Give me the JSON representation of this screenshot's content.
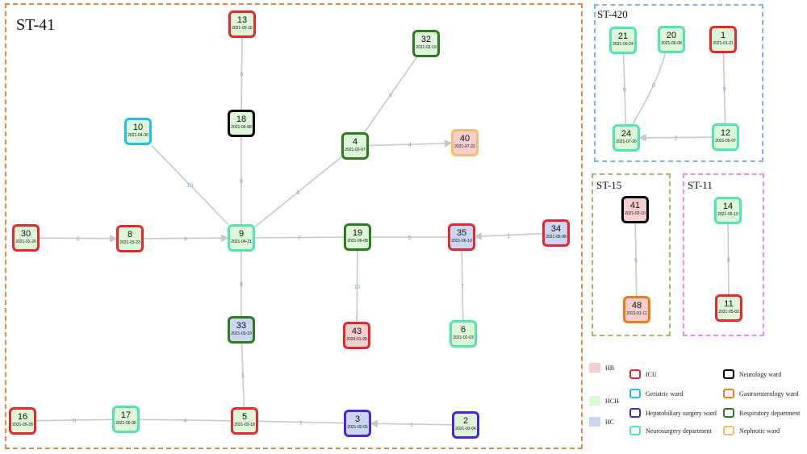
{
  "clusters": [
    {
      "id": "st41",
      "label": "ST-41",
      "border": "#E9873A"
    },
    {
      "id": "st420",
      "label": "ST-420",
      "border": "#7FB3E6"
    },
    {
      "id": "st15",
      "label": "ST-15",
      "border": "#A7B86B"
    },
    {
      "id": "st11",
      "label": "ST-11",
      "border": "#EE8AEE"
    }
  ],
  "fill_categories": [
    {
      "label": "HB",
      "color": "#F6CECE"
    },
    {
      "label": "HCH",
      "color": "#DDF7D8"
    },
    {
      "label": "HC",
      "color": "#CAD6F2"
    }
  ],
  "departments": [
    {
      "label": "ICU",
      "color": "#E8262C"
    },
    {
      "label": "Geriatric ward",
      "color": "#22BEEB"
    },
    {
      "label": "Hepatobiliary surgery ward",
      "color": "#4A26D6"
    },
    {
      "label": "Neurosurgery department",
      "color": "#4FE6B0"
    },
    {
      "label": "Neurology ward",
      "color": "#000000"
    },
    {
      "label": "Gastroenterology ward",
      "color": "#F07A14"
    },
    {
      "label": "Respiratory department",
      "color": "#2C7D1E"
    },
    {
      "label": "Nephrotic ward",
      "color": "#F2C06C"
    }
  ],
  "nodes": [
    {
      "id": "13",
      "date": "2021-05-15",
      "dept": "ICU",
      "fill": "HCH"
    },
    {
      "id": "32",
      "date": "2021-02-19",
      "dept": "Respiratory department",
      "fill": "HCH"
    },
    {
      "id": "18",
      "date": "2021-06-08",
      "dept": "Neurology ward",
      "fill": "HCH"
    },
    {
      "id": "10",
      "date": "2021-04-30",
      "dept": "Geriatric ward",
      "fill": "HCH"
    },
    {
      "id": "4",
      "date": "2021-02-07",
      "dept": "Respiratory department",
      "fill": "HCH"
    },
    {
      "id": "40",
      "date": "2021-07-22",
      "dept": "Nephrotic ward",
      "fill": "HB"
    },
    {
      "id": "30",
      "date": "2021-02-26",
      "dept": "ICU",
      "fill": "HCH"
    },
    {
      "id": "8",
      "date": "2021-03-23",
      "dept": "ICU",
      "fill": "HCH"
    },
    {
      "id": "9",
      "date": "2021-04-21",
      "dept": "Neurosurgery department",
      "fill": "HCH"
    },
    {
      "id": "19",
      "date": "2021-06-08",
      "dept": "Respiratory department",
      "fill": "HCH"
    },
    {
      "id": "35",
      "date": "2021-06-10",
      "dept": "ICU",
      "fill": "HC"
    },
    {
      "id": "34",
      "date": "2021-05-08",
      "dept": "ICU",
      "fill": "HC"
    },
    {
      "id": "33",
      "date": "2021-03-19",
      "dept": "Respiratory department",
      "fill": "HC"
    },
    {
      "id": "43",
      "date": "2020-01-28",
      "dept": "ICU",
      "fill": "HB"
    },
    {
      "id": "6",
      "date": "2021-02-03",
      "dept": "Neurosurgery department",
      "fill": "HCH"
    },
    {
      "id": "16",
      "date": "2021-05-28",
      "dept": "ICU",
      "fill": "HCH"
    },
    {
      "id": "17",
      "date": "2021-06-05",
      "dept": "Neurosurgery department",
      "fill": "HCH"
    },
    {
      "id": "5",
      "date": "2021-02-18",
      "dept": "ICU",
      "fill": "HCH"
    },
    {
      "id": "3",
      "date": "2021-02-05",
      "dept": "Hepatobiliary surgery ward",
      "fill": "HC"
    },
    {
      "id": "2",
      "date": "2021-02-04",
      "dept": "Hepatobiliary surgery ward",
      "fill": "HCH"
    },
    {
      "id": "21",
      "date": "2021-06-24",
      "dept": "Neurosurgery department",
      "fill": "HCH"
    },
    {
      "id": "20",
      "date": "2021-06-08",
      "dept": "Neurosurgery department",
      "fill": "HCH"
    },
    {
      "id": "1",
      "date": "2021-01-21",
      "dept": "ICU",
      "fill": "HCH"
    },
    {
      "id": "24",
      "date": "2021-07-26",
      "dept": "Neurosurgery department",
      "fill": "HCH"
    },
    {
      "id": "12",
      "date": "2021-05-07",
      "dept": "Neurosurgery department",
      "fill": "HCH"
    },
    {
      "id": "41",
      "date": "2021-02-10",
      "dept": "Neurology ward",
      "fill": "HB"
    },
    {
      "id": "48",
      "date": "2021-01-11",
      "dept": "Gastroenterology ward",
      "fill": "HB"
    },
    {
      "id": "14",
      "date": "2021-05-19",
      "dept": "Neurosurgery department",
      "fill": "HCH"
    },
    {
      "id": "11",
      "date": "2021-05-03",
      "dept": "ICU",
      "fill": "HCH"
    }
  ],
  "edges": [
    {
      "from": "13",
      "to": "18",
      "label": "0",
      "arrow": false
    },
    {
      "from": "18",
      "to": "9",
      "label": "6",
      "arrow": false
    },
    {
      "from": "10",
      "to": "9",
      "label": "10",
      "arrow": false
    },
    {
      "from": "32",
      "to": "4",
      "label": "5",
      "arrow": false
    },
    {
      "from": "4",
      "to": "9",
      "label": "8",
      "arrow": false
    },
    {
      "from": "4",
      "to": "40",
      "label": "4",
      "arrow": true
    },
    {
      "from": "30",
      "to": "8",
      "label": "0",
      "arrow": true
    },
    {
      "from": "8",
      "to": "9",
      "label": "6",
      "arrow": true
    },
    {
      "from": "9",
      "to": "19",
      "label": "7",
      "arrow": false
    },
    {
      "from": "19",
      "to": "35",
      "label": "5",
      "arrow": false
    },
    {
      "from": "34",
      "to": "35",
      "label": "1",
      "arrow": true
    },
    {
      "from": "19",
      "to": "43",
      "label": "10",
      "arrow": false
    },
    {
      "from": "35",
      "to": "6",
      "label": "7",
      "arrow": false
    },
    {
      "from": "9",
      "to": "33",
      "label": "8",
      "arrow": false
    },
    {
      "from": "33",
      "to": "5",
      "label": "5",
      "arrow": false
    },
    {
      "from": "16",
      "to": "17",
      "label": "0",
      "arrow": false
    },
    {
      "from": "17",
      "to": "5",
      "label": "4",
      "arrow": false
    },
    {
      "from": "5",
      "to": "3",
      "label": "1",
      "arrow": false
    },
    {
      "from": "2",
      "to": "3",
      "label": "1",
      "arrow": true
    },
    {
      "from": "21",
      "to": "24",
      "label": "0",
      "arrow": false
    },
    {
      "from": "20",
      "to": "24",
      "label": "0",
      "arrow": false
    },
    {
      "from": "1",
      "to": "12",
      "label": "9",
      "arrow": false
    },
    {
      "from": "12",
      "to": "24",
      "label": "2",
      "arrow": true
    },
    {
      "from": "41",
      "to": "48",
      "label": "5",
      "arrow": false
    },
    {
      "from": "14",
      "to": "11",
      "label": "3",
      "arrow": false
    }
  ]
}
